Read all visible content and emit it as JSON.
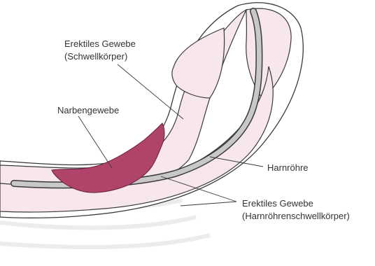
{
  "labels": {
    "erectile_tissue_top_line1": "Erektiles Gewebe",
    "erectile_tissue_top_line2": "(Schwellkörper)",
    "scar_tissue": "Narbengewebe",
    "urethra": "Harnröhre",
    "erectile_tissue_bottom_line1": "Erektiles Gewebe",
    "erectile_tissue_bottom_line2": "(Harnröhrenschwellkörper)"
  },
  "colors": {
    "tissue_fill": "#f7e7ea",
    "outline": "#3a3a3a",
    "urethra_fill": "#c8c8c8",
    "scar_fill": "#b0436a",
    "skin_shadow": "#f0f0f0",
    "text": "#333333"
  }
}
